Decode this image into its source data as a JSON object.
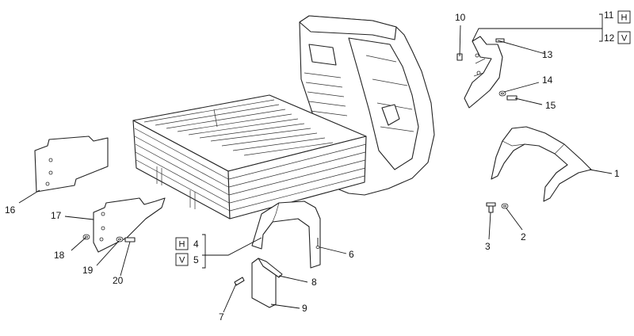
{
  "callouts": [
    {
      "id": "c1",
      "text": "1"
    },
    {
      "id": "c2",
      "text": "2"
    },
    {
      "id": "c3",
      "text": "3"
    },
    {
      "id": "c6",
      "text": "6"
    },
    {
      "id": "c7",
      "text": "7"
    },
    {
      "id": "c8",
      "text": "8"
    },
    {
      "id": "c9",
      "text": "9"
    },
    {
      "id": "c10",
      "text": "10"
    },
    {
      "id": "c13",
      "text": "13"
    },
    {
      "id": "c14",
      "text": "14"
    },
    {
      "id": "c15",
      "text": "15"
    },
    {
      "id": "c16",
      "text": "16"
    },
    {
      "id": "c17",
      "text": "17"
    },
    {
      "id": "c18",
      "text": "18"
    },
    {
      "id": "c19",
      "text": "19"
    },
    {
      "id": "c20",
      "text": "20"
    }
  ],
  "variant_groups": [
    {
      "id": "g1",
      "rows": [
        {
          "code": "H",
          "number": "11"
        },
        {
          "code": "V",
          "number": "12"
        }
      ]
    },
    {
      "id": "g2",
      "rows": [
        {
          "code": "H",
          "number": "4"
        },
        {
          "code": "V",
          "number": "5"
        }
      ]
    }
  ]
}
